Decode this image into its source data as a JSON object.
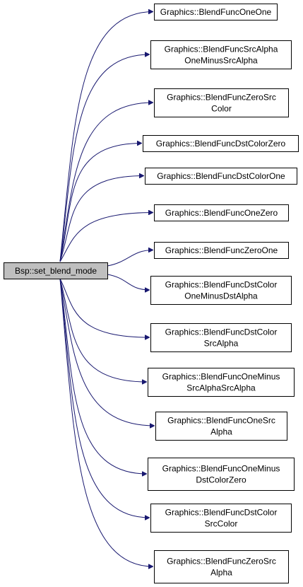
{
  "source": {
    "label": "Bsp::set_blend_mode"
  },
  "targets": [
    {
      "lines": [
        "Graphics::BlendFuncOneOne"
      ]
    },
    {
      "lines": [
        "Graphics::BlendFuncSrcAlpha",
        "OneMinusSrcAlpha"
      ]
    },
    {
      "lines": [
        "Graphics::BlendFuncZeroSrc",
        "Color"
      ]
    },
    {
      "lines": [
        "Graphics::BlendFuncDstColorZero"
      ]
    },
    {
      "lines": [
        "Graphics::BlendFuncDstColorOne"
      ]
    },
    {
      "lines": [
        "Graphics::BlendFuncOneZero"
      ]
    },
    {
      "lines": [
        "Graphics::BlendFuncZeroOne"
      ]
    },
    {
      "lines": [
        "Graphics::BlendFuncDstColor",
        "OneMinusDstAlpha"
      ]
    },
    {
      "lines": [
        "Graphics::BlendFuncDstColor",
        "SrcAlpha"
      ]
    },
    {
      "lines": [
        "Graphics::BlendFuncOneMinus",
        "SrcAlphaSrcAlpha"
      ]
    },
    {
      "lines": [
        "Graphics::BlendFuncOneSrc",
        "Alpha"
      ]
    },
    {
      "lines": [
        "Graphics::BlendFuncOneMinus",
        "DstColorZero"
      ]
    },
    {
      "lines": [
        "Graphics::BlendFuncDstColor",
        "SrcColor"
      ]
    },
    {
      "lines": [
        "Graphics::BlendFuncZeroSrc",
        "Alpha"
      ]
    }
  ],
  "colors": {
    "edge": "#191970",
    "border": "#000000",
    "source_fill": "#bfbfbf",
    "target_fill": "#ffffff"
  }
}
